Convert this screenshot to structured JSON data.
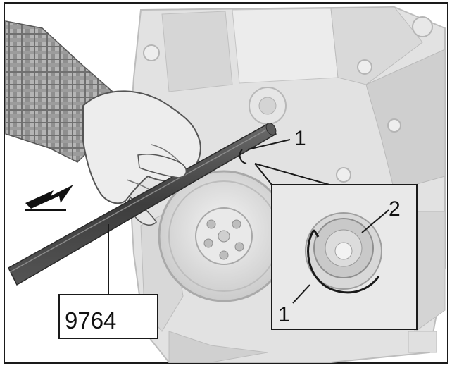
{
  "figure": {
    "callouts": {
      "top_label": "1",
      "inset_label_1": "1",
      "inset_label_2": "2"
    },
    "tool_label": "9764",
    "direction_arrow": "arrow-left-down-icon",
    "colors": {
      "frame_border": "#1a1a1a",
      "engine_gray": "#dcdcdc",
      "rod_dark": "#4a4a4a",
      "hand_skin": "#e6e6e6",
      "sleeve_check": "#8a8a8a"
    }
  }
}
